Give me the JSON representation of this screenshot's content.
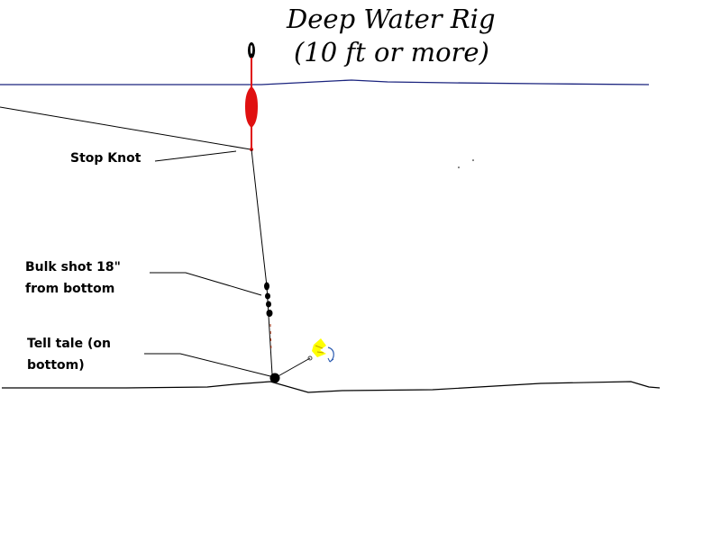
{
  "title": {
    "line1": "Deep Water Rig",
    "line2": "(10 ft or more)"
  },
  "labels": {
    "stop_knot": "Stop Knot",
    "bulk_shot_line1": "Bulk shot 18\"",
    "bulk_shot_line2": "from bottom",
    "tell_tale_line1": "Tell tale (on",
    "tell_tale_line2": "bottom)"
  },
  "colors": {
    "water_surface": "#1a237e",
    "float": "#e01010",
    "line": "#000000",
    "lure": "#ffff00",
    "lure_swirl": "#2a5ab0"
  }
}
